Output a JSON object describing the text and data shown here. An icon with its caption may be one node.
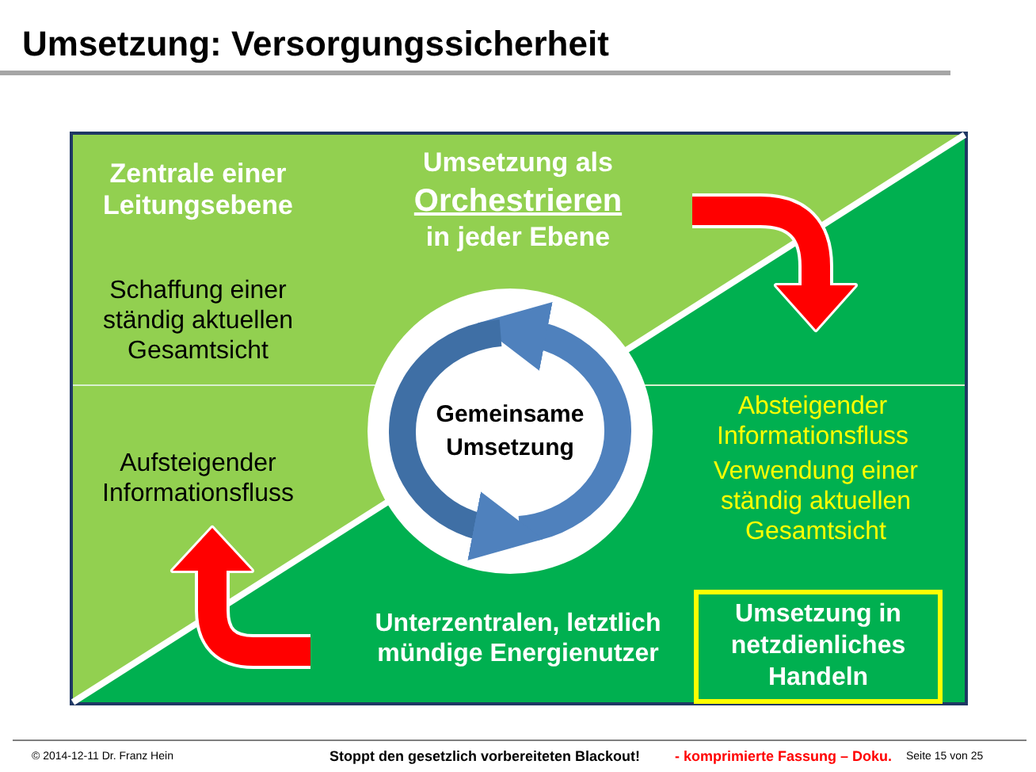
{
  "diagram": {
    "title": "Umsetzung: Versorgungssicherheit",
    "nodes": [
      {
        "text": [
          "Gemeinsame Umsetzung"
        ]
      },
      {
        "text": [
          "Umsetzung in netzdienliches Handeln"
        ]
      }
    ],
    "labels": [
      "Zentrale einer Leitungsebene",
      "Umsetzung als",
      "Orchestrieren",
      "in jeder Ebene",
      "Schaffung einer ständig aktuellen Gesamtsicht",
      "Absteigender Informationsfluss",
      "Aufsteigender Informationsfluss",
      "Verwendung einer ständig aktuellen Gesamtsicht",
      "Unterzentralen, letztlich mündige Energienutzer",
      "© 2014-12-11 Dr. Franz Hein",
      "Stoppt den gesetzlich vorbereiteten Blackout!",
      "- komprimierte Fassung – Doku.",
      "Seite 15 von 25"
    ]
  }
}
